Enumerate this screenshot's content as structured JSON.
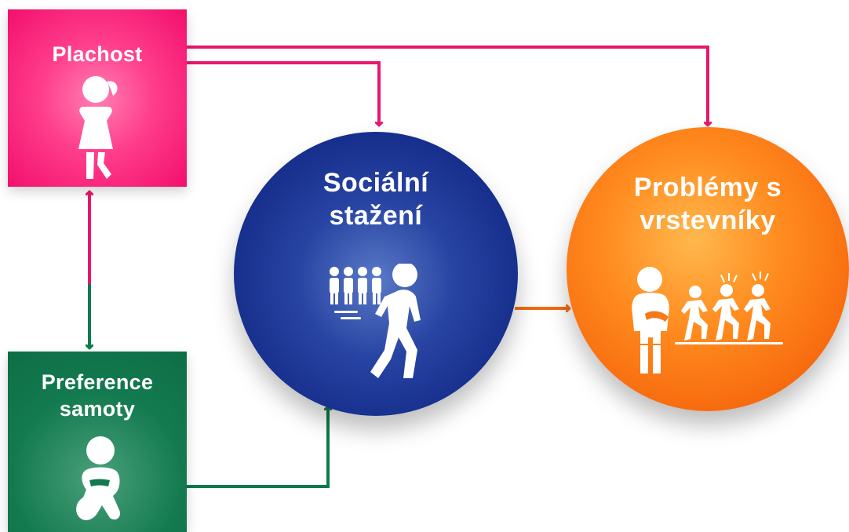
{
  "nodes": {
    "shyness": {
      "line1": "Plachost",
      "color": "#f5156f"
    },
    "solitude": {
      "line1": "Preference",
      "line2": "samoty",
      "color": "#117a4d"
    },
    "withdrawal": {
      "line1": "Sociální",
      "line2": "stažení",
      "color": "#172f8d"
    },
    "peer_problems": {
      "line1": "Problémy s",
      "line2": "vrstevníky",
      "color": "#f66a12"
    }
  },
  "edges": [
    {
      "from": "shyness",
      "to": "withdrawal",
      "color": "#e8176d"
    },
    {
      "from": "shyness",
      "to": "peer_problems",
      "color": "#e8176d"
    },
    {
      "from": "shyness",
      "to": "solitude",
      "color": "#e8176d",
      "bidirectional": true
    },
    {
      "from": "solitude",
      "to": "withdrawal",
      "color": "#107a4a"
    },
    {
      "from": "withdrawal",
      "to": "peer_problems",
      "color": "#f36b16"
    }
  ],
  "icons": {
    "shyness": "shy-girl-icon",
    "solitude": "sitting-hugging-knees-icon",
    "withdrawal": "walking-away-from-group-icon",
    "peer_problems": "excluded-child-with-playing-kids-icon"
  }
}
